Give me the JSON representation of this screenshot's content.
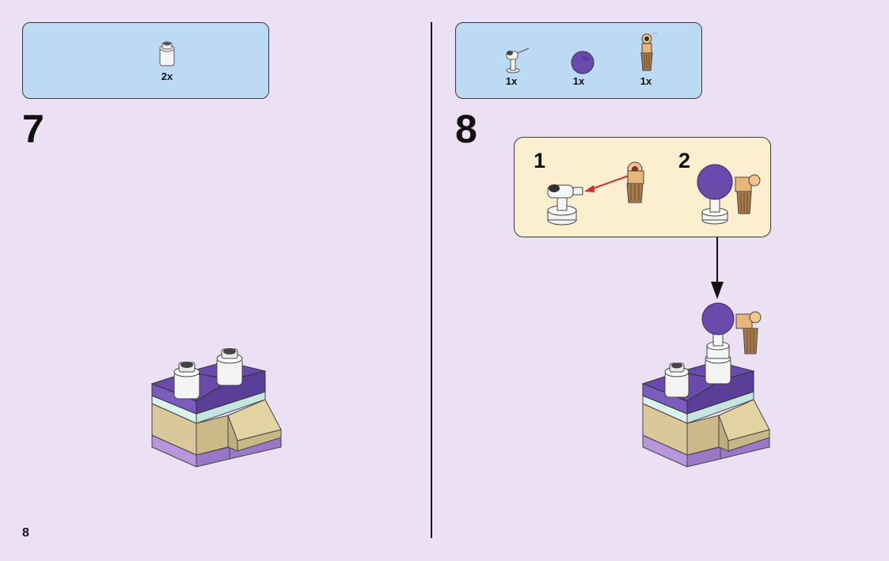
{
  "page": {
    "number": "8"
  },
  "steps": [
    {
      "number": "7",
      "parts": [
        {
          "qty": "2x",
          "icon": "white-round-brick-icon"
        }
      ]
    },
    {
      "number": "8",
      "parts": [
        {
          "qty": "1x",
          "icon": "white-stand-piece-icon"
        },
        {
          "qty": "1x",
          "icon": "purple-sphere-icon"
        },
        {
          "qty": "1x",
          "icon": "tan-microphone-piece-icon"
        }
      ],
      "substeps": [
        {
          "number": "1"
        },
        {
          "number": "2"
        }
      ]
    }
  ],
  "colors": {
    "background": "#ece1f4",
    "parts_box": "#bcdaf4",
    "substep_box": "#fcefcf",
    "purple": "#6a4aaa",
    "lavender": "#b796dc",
    "tan": "#d9c99a",
    "mint": "#d9f2ee",
    "arrow_red": "#d52b2b"
  }
}
